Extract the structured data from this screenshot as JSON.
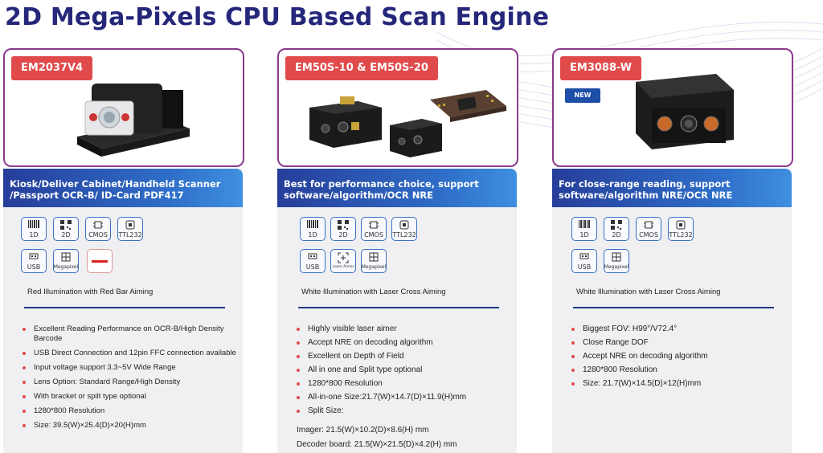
{
  "title": "2D Mega-Pixels CPU Based Scan Engine",
  "colors": {
    "title": "#25277a",
    "tag": "#e14a4b",
    "border": "#8a3a8c",
    "header_start": "#263e9a",
    "header_end": "#3f8fe0",
    "bullet": "#e14a4b"
  },
  "products": [
    {
      "model": "EM2037V4",
      "header_line1": "Kiosk/Deliver Cabinet/Handheld Scanner",
      "header_line2": "/Passport OCR-B/ ID-Card PDF417",
      "icons": [
        "1D",
        "2D",
        "CMOS",
        "TTL232",
        "USB",
        "Megapixel"
      ],
      "illumination": "Red Illumination with Red Bar Aiming",
      "features": [
        "Excellent Reading Performance on OCR-B/High Density Barcode",
        "USB Direct Connection and 12pin FFC connection available",
        "Input voltage support 3.3~5V Wide Range",
        "Lens Option: Standard Range/High Density",
        "With bracket or spilt type optional",
        "1280*800 Resolution",
        "Size:   39.5(W)×25.4(D)×20(H)mm"
      ]
    },
    {
      "model": "EM50S-10 & EM50S-20",
      "header_line1": "Best for performance choice, support",
      "header_line2": "software/algorithm/OCR NRE",
      "icons": [
        "1D",
        "2D",
        "CMOS",
        "TTL232",
        "USB",
        "Laser Aimer",
        "Megapixel"
      ],
      "illumination": "White Illumination with Laser Cross Aiming",
      "features": [
        "Highly visible laser aimer",
        "Accept NRE on decoding algorithm",
        "Excellent on Depth of Field",
        "All in one and Split type optional",
        "1280*800 Resolution",
        "All-in-one Size:21.7(W)×14.7(D)×11.9(H)mm",
        "Split Size:"
      ],
      "split_imager": "Imager: 21.5(W)×10.2(D)×8.6(H) mm",
      "split_decoder": "Decoder board: 21.5(W)×21.5(D)×4.2(H) mm"
    },
    {
      "model": "EM3088-W",
      "badge": "NEW",
      "header_line1": "For close-range reading, support",
      "header_line2": "software/algorithm NRE/OCR NRE",
      "icons": [
        "1D",
        "2D",
        "CMOS",
        "TTL232",
        "USB",
        "Megapixel"
      ],
      "illumination": "White Illumination with Laser Cross Aiming",
      "features": [
        "Biggest FOV:  H99°/V72.4°",
        "Close Range DOF",
        "Accept NRE on decoding algorithm",
        "1280*800 Resolution",
        "Size:   21.7(W)×14.5(D)×12(H)mm"
      ]
    }
  ]
}
